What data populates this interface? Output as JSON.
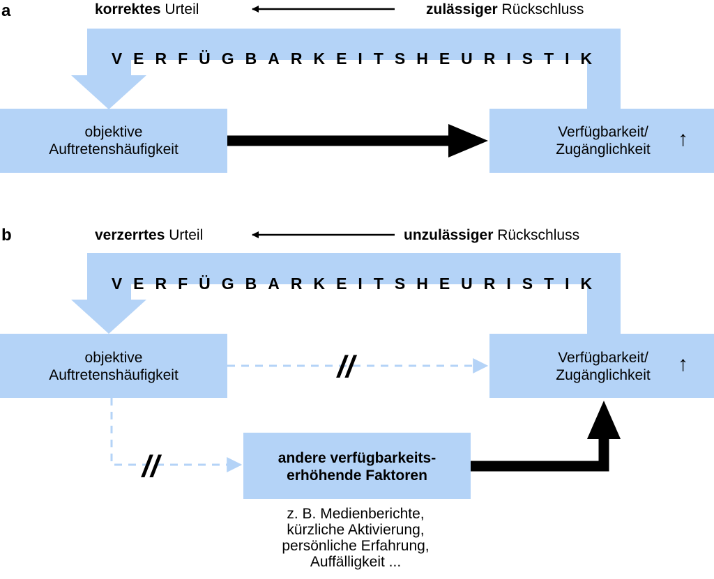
{
  "colors": {
    "box": "#b4d3f7",
    "dashed": "#b4d3f7",
    "arrow": "#000000"
  },
  "panel_a": {
    "letter": "a",
    "judgement_bold": "korrektes",
    "judgement_rest": " Urteil",
    "inference_bold": "zulässiger",
    "inference_rest": " Rückschluss",
    "heuristic": "VERFÜGBARKEITSHEURISTIK",
    "left_box": [
      "objektive",
      "Auftretenshäufigkeit"
    ],
    "right_box": [
      "Verfügbarkeit/",
      "Zugänglichkeit"
    ],
    "up_symbol": "↑"
  },
  "panel_b": {
    "letter": "b",
    "judgement_bold": "verzerrtes",
    "judgement_rest": " Urteil",
    "inference_bold": "unzulässiger",
    "inference_rest": " Rückschluss",
    "heuristic": "VERFÜGBARKEITSHEURISTIK",
    "left_box": [
      "objektive",
      "Auftretenshäufigkeit"
    ],
    "right_box": [
      "Verfügbarkeit/",
      "Zugänglichkeit"
    ],
    "up_symbol": "↑",
    "factor_box": [
      "andere verfügbarkeits-",
      "erhöhende Faktoren"
    ],
    "examples": [
      "z. B. Medienberichte,",
      "kürzliche Aktivierung,",
      "persönliche Erfahrung,",
      "Auffälligkeit ..."
    ],
    "break_symbol": "//"
  }
}
